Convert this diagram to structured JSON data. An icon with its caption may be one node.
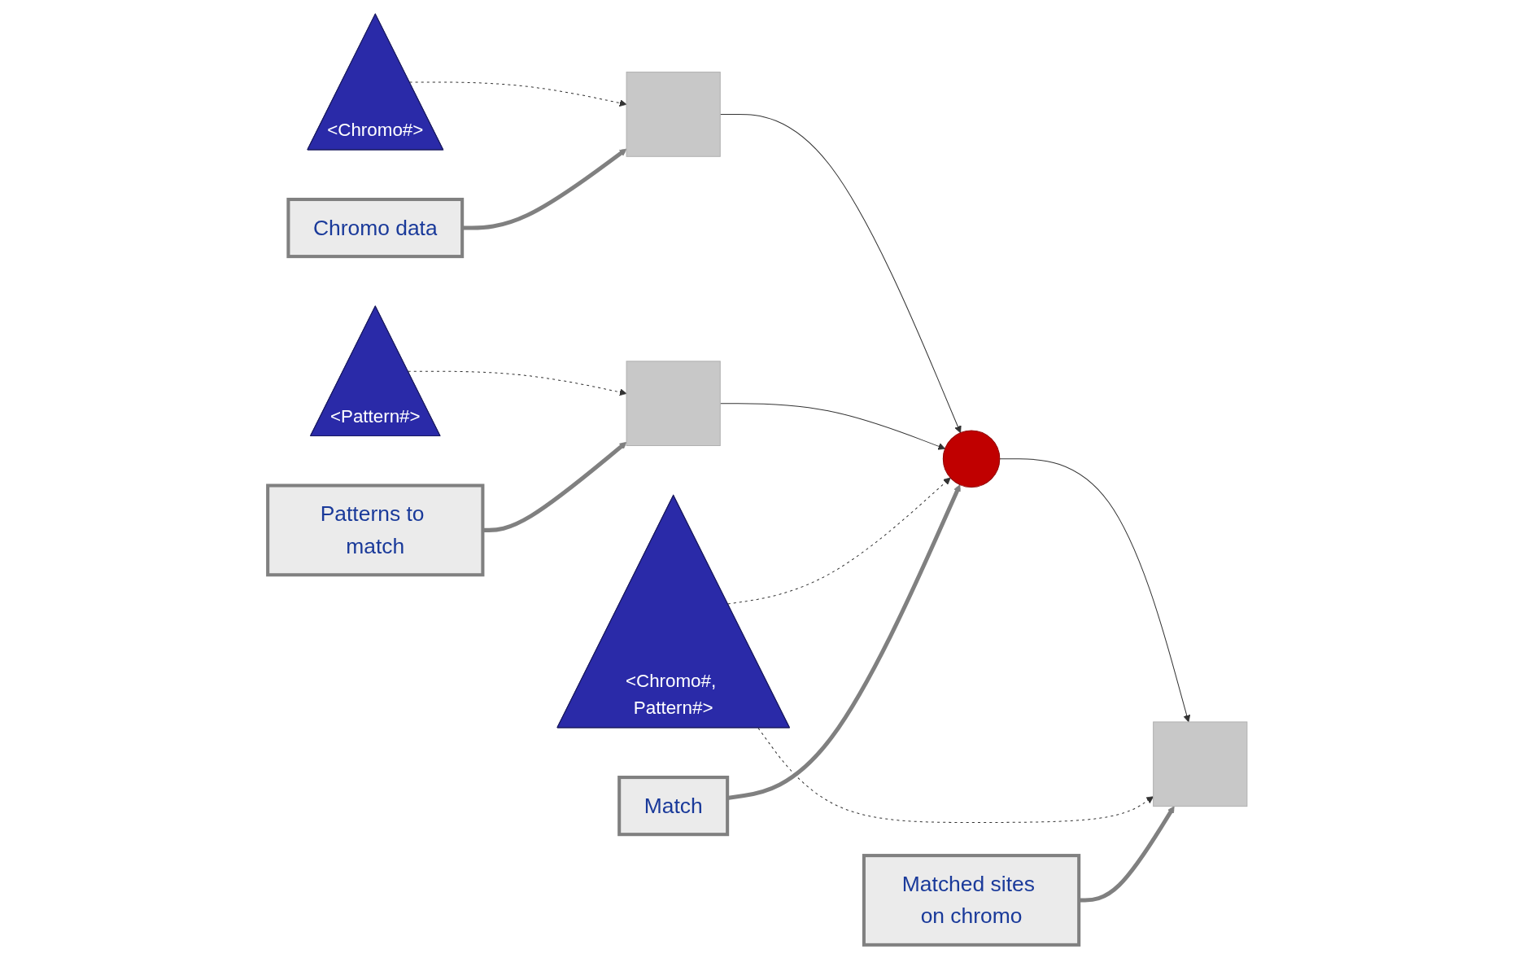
{
  "diagram": {
    "nodes": [
      {
        "text": [
          "Chromo data"
        ]
      },
      {
        "text": [
          "<Chromo#>"
        ]
      },
      {
        "text": [
          "<Pattern#>"
        ]
      },
      {
        "text": [],
        "shape": "box"
      },
      {
        "text": [],
        "shape": "box"
      },
      {
        "text": [],
        "shape": "ellipse"
      },
      {
        "text": [
          "<Chromo#, Pattern#>"
        ]
      },
      {
        "text": [],
        "shape": "box"
      },
      {
        "text": [
          "Match"
        ]
      },
      {
        "text": [
          "Patterns to match"
        ]
      },
      {
        "text": [
          "Matched sites on chromo"
        ]
      }
    ],
    "edges": [
      {
        "from": 1,
        "to": 3,
        "arrow": "to",
        "style": "dashed"
      },
      {
        "from": 2,
        "to": 4,
        "arrow": "to",
        "style": "dashed"
      },
      {
        "from": 3,
        "to": 5,
        "arrow": "to"
      },
      {
        "from": 4,
        "to": 5,
        "arrow": "to"
      },
      {
        "from": 5,
        "to": 7,
        "arrow": "to"
      },
      {
        "from": 6,
        "to": 5,
        "arrow": "to",
        "style": "dashed"
      },
      {
        "from": 6,
        "to": 7,
        "arrow": "to",
        "style": "dashed"
      },
      {
        "from": 0,
        "to": 3,
        "arrow": "to",
        "style": "thick",
        "color": "#808080"
      },
      {
        "from": 9,
        "to": 4,
        "arrow": "to",
        "style": "thick",
        "color": "#808080"
      },
      {
        "from": 8,
        "to": 5,
        "arrow": "to",
        "style": "thick",
        "color": "#808080"
      },
      {
        "from": 10,
        "to": 7,
        "arrow": "to",
        "style": "thick",
        "color": "#808080"
      }
    ]
  }
}
